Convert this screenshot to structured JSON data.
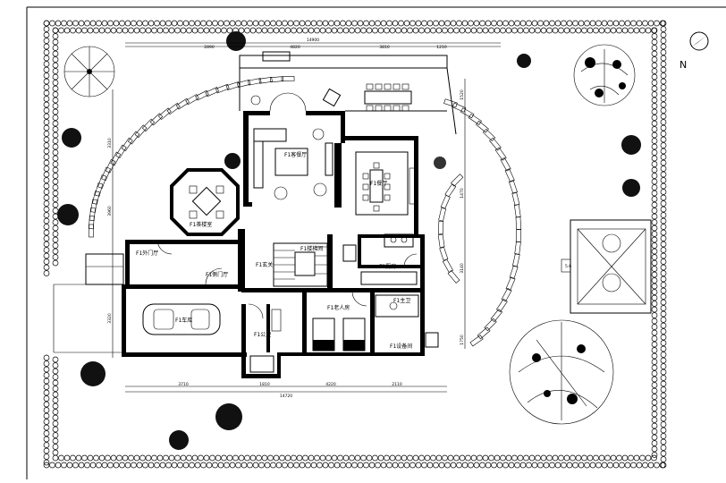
{
  "compass": {
    "label": "N"
  },
  "rooms": {
    "living": "F1客餐厅",
    "dining": "F1餐厅",
    "tea": "F1茶楼室",
    "stair": "F1楼梯间",
    "foyer": "F1玄关",
    "side_entry": "F1侧门厅",
    "outer_entry": "F1外门厅",
    "garage": "F1车库",
    "kitchen": "F1厨房",
    "elder": "F1老人房",
    "bath": "F1主卫",
    "utility": "F1设备间",
    "public_bath": "F1公卫"
  },
  "dimensions": {
    "top_total": "14900",
    "top_1": "2890",
    "top_2": "4820",
    "top_3": "3810",
    "top_4": "1210",
    "bottom_total": "14720",
    "bottom_1": "3710",
    "bottom_2": "1810",
    "bottom_3": "4220",
    "bottom_4": "2110",
    "left_1": "3310",
    "left_2": "3960",
    "left_3": "3320",
    "right_1": "1520",
    "right_2": "1470",
    "right_3": "3140",
    "right_4": "1750",
    "gazebo": "5.6"
  }
}
